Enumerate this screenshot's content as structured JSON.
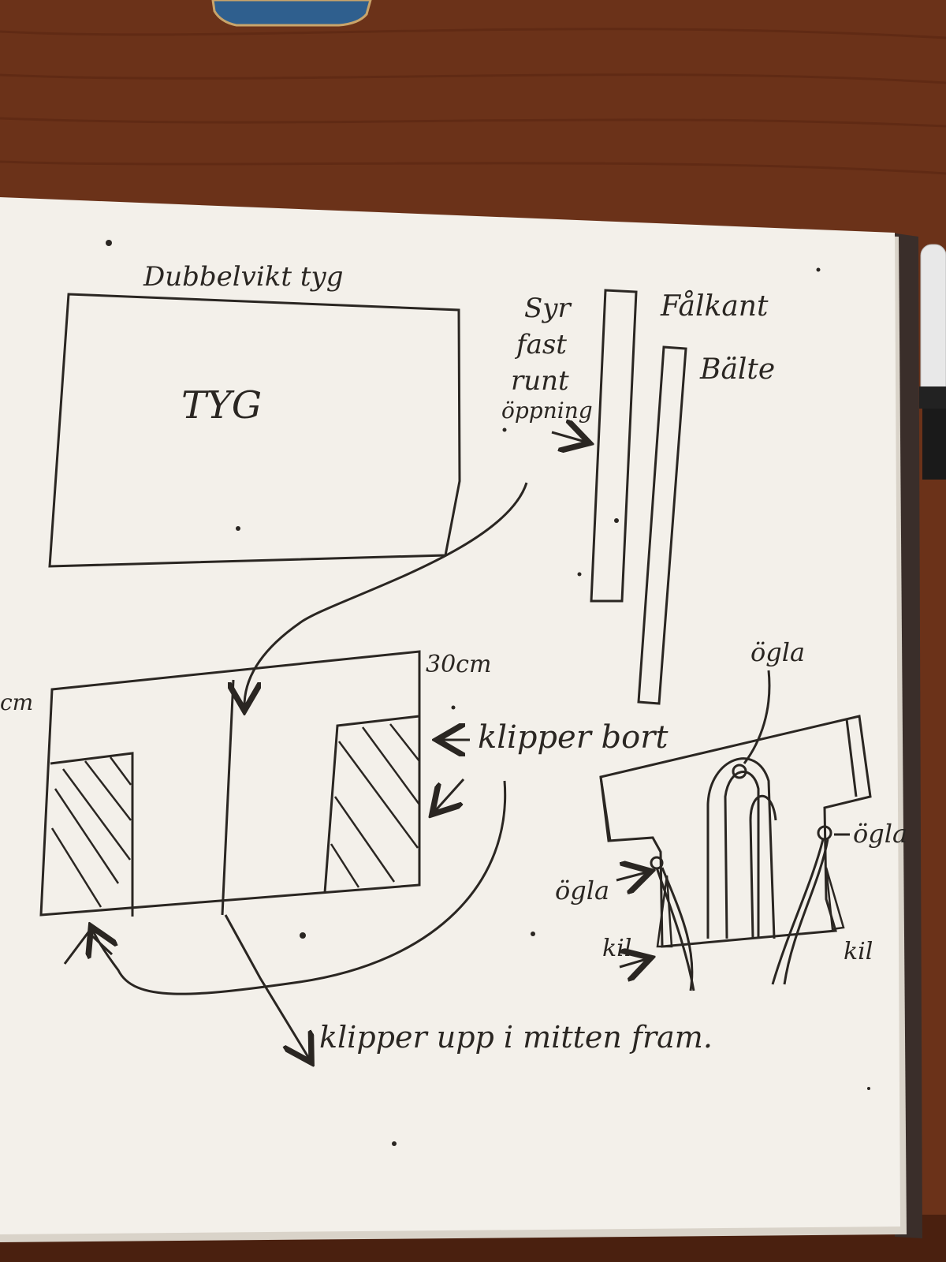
{
  "colors": {
    "table": "#6b3219",
    "table_dark": "#4a200f",
    "paper": "#f3f0ea",
    "paper_shadow": "#d9d3c9",
    "ink": "#2a2622",
    "book_cover": "#3a2e2a",
    "pen": "#e8e8e8"
  },
  "sketch": {
    "fabric_title": "Dubbelvikt tyg",
    "fabric_label": "TYG",
    "sew_note": [
      "Syr",
      "fast",
      "runt",
      "öppning"
    ],
    "strip_label": "Fålkant",
    "belt_label": "Bälte",
    "width_label": "30cm",
    "left_dim_label": "cm",
    "cut_away_label": "klipper bort",
    "cut_front_label": "klipper upp i mitten fram.",
    "loop_top_label": "ögla",
    "loop_right_label": "ögla",
    "loop_left_label": "ögla",
    "gusset_left_label": "kil",
    "gusset_right_label": "kil"
  }
}
